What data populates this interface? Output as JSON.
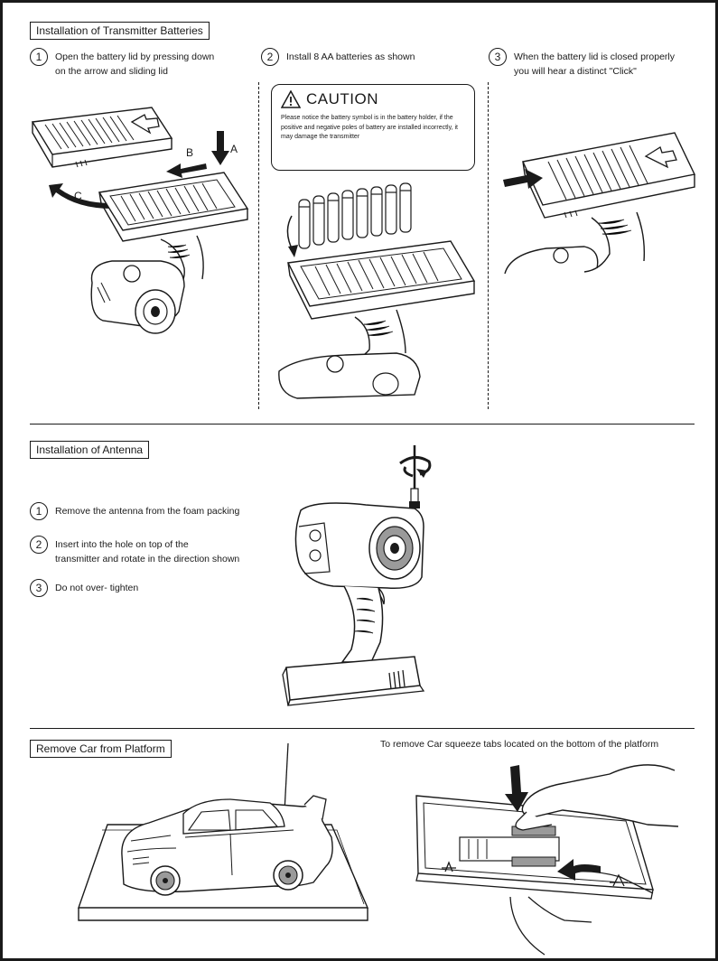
{
  "sections": {
    "batteries": {
      "title": "Installation of Transmitter Batteries",
      "steps": [
        {
          "num": "1",
          "text": "Open the battery lid by pressing down\non the arrow and sliding lid"
        },
        {
          "num": "2",
          "text": "Install 8 AA batteries as shown"
        },
        {
          "num": "3",
          "text": "When the battery lid is closed properly\nyou will hear a distinct \"Click\""
        }
      ],
      "caution": {
        "title": "CAUTION",
        "body": "Please notice the battery symbol is in the battery holder, if the positive and negative poles of battery are installed incorrectly, it may damage the transmitter"
      },
      "arrow_labels": {
        "a": "A",
        "b": "B",
        "c": "C"
      }
    },
    "antenna": {
      "title": "Installation of Antenna",
      "steps": [
        {
          "num": "1",
          "text": "Remove the antenna from the foam packing"
        },
        {
          "num": "2",
          "text": "Insert into the hole on top of the\ntransmitter and rotate in the direction shown"
        },
        {
          "num": "3",
          "text": "Do not over- tighten"
        }
      ]
    },
    "platform": {
      "title": "Remove Car from Platform",
      "note": "To remove Car squeeze tabs located on the bottom of the platform"
    }
  },
  "icons": [
    "warning-triangle-icon",
    "arrow-icon",
    "rotate-arrow-icon"
  ],
  "colors": {
    "ink": "#1a1a1a",
    "background": "#ffffff",
    "shade": "#9a9a9a"
  }
}
